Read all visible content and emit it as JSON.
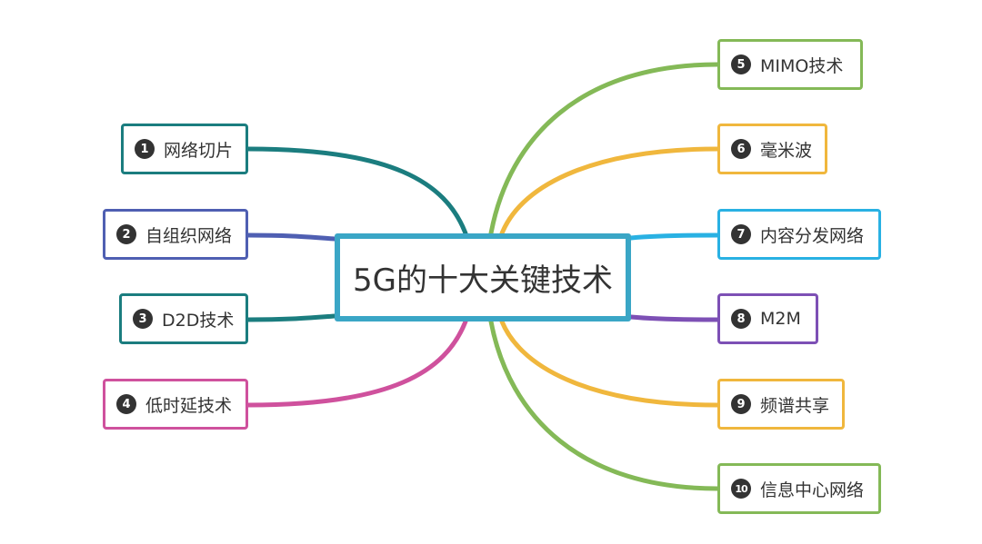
{
  "central": {
    "label": "5G的十大关键技术",
    "border_color": "#3aa6c6"
  },
  "branches": [
    {
      "num": "1",
      "label": "网络切片",
      "color": "#1b7d7f",
      "side": "left"
    },
    {
      "num": "2",
      "label": "自组织网络",
      "color": "#4f5fb2",
      "side": "left"
    },
    {
      "num": "3",
      "label": "D2D技术",
      "color": "#1b7d7f",
      "side": "left"
    },
    {
      "num": "4",
      "label": "低时延技术",
      "color": "#cf519d",
      "side": "left"
    },
    {
      "num": "5",
      "label": "MIMO技术",
      "color": "#84b957",
      "side": "right"
    },
    {
      "num": "6",
      "label": "毫米波",
      "color": "#f0b73d",
      "side": "right"
    },
    {
      "num": "7",
      "label": "内容分发网络",
      "color": "#29b1e3",
      "side": "right"
    },
    {
      "num": "8",
      "label": "M2M",
      "color": "#7d50b5",
      "side": "right"
    },
    {
      "num": "9",
      "label": "频谱共享",
      "color": "#f0b73d",
      "side": "right"
    },
    {
      "num": "10",
      "label": "信息中心网络",
      "color": "#84b957",
      "side": "right"
    }
  ]
}
